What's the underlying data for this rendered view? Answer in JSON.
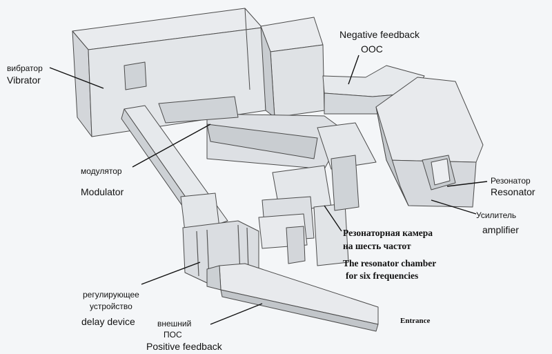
{
  "labels": {
    "vibrator_ru": "вибратор",
    "vibrator_en": "Vibrator",
    "negative_feedback_en": "Negative feedback",
    "negative_feedback_ru": "ООС",
    "modulator_ru": "модулятор",
    "modulator_en": "Modulator",
    "resonator_ru": "Резонатор",
    "resonator_en": "Resonator",
    "amplifier_ru": "Усилитель",
    "amplifier_en": "amplifier",
    "chamber_ru_1": "Резонаторная камера",
    "chamber_ru_2": "на шесть частот",
    "chamber_en_1": "The resonator chamber",
    "chamber_en_2": "for six frequencies",
    "delay_ru_1": "регулирующее",
    "delay_ru_2": "устройство",
    "delay_en": "delay device",
    "positive_feedback_ru_1": "внешний",
    "positive_feedback_ru_2": "ПОС",
    "positive_feedback_en": "Positive feedback",
    "entrance_en": "Entrance"
  },
  "colors": {
    "background": "#f4f6f8",
    "wall_top": "#e9ebee",
    "wall_side": "#d3d6da",
    "wall_dark": "#b9bdc2",
    "stroke": "#4a4a4a",
    "leader": "#111111"
  }
}
